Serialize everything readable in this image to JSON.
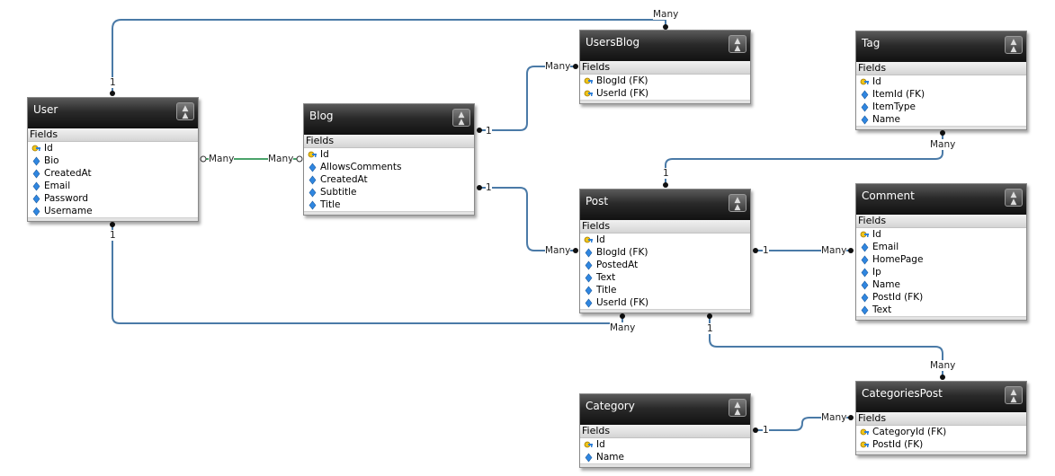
{
  "colors": {
    "connector": "#4a7aa7",
    "connector_green": "#4aa36a",
    "header_dark": "#1c1c1c"
  },
  "entities": [
    {
      "name": "User",
      "section": "Fields",
      "fields": [
        {
          "name": "Id",
          "icon": "key-icon"
        },
        {
          "name": "Bio",
          "icon": "field-icon"
        },
        {
          "name": "CreatedAt",
          "icon": "field-icon"
        },
        {
          "name": "Email",
          "icon": "field-icon"
        },
        {
          "name": "Password",
          "icon": "field-icon"
        },
        {
          "name": "Username",
          "icon": "field-icon"
        }
      ]
    },
    {
      "name": "Blog",
      "section": "Fields",
      "fields": [
        {
          "name": "Id",
          "icon": "key-icon"
        },
        {
          "name": "AllowsComments",
          "icon": "field-icon"
        },
        {
          "name": "CreatedAt",
          "icon": "field-icon"
        },
        {
          "name": "Subtitle",
          "icon": "field-icon"
        },
        {
          "name": "Title",
          "icon": "field-icon"
        }
      ]
    },
    {
      "name": "UsersBlog",
      "section": "Fields",
      "fields": [
        {
          "name": "BlogId (FK)",
          "icon": "key-icon"
        },
        {
          "name": "UserId (FK)",
          "icon": "key-icon"
        }
      ]
    },
    {
      "name": "Tag",
      "section": "Fields",
      "fields": [
        {
          "name": "Id",
          "icon": "key-icon"
        },
        {
          "name": "ItemId (FK)",
          "icon": "field-icon"
        },
        {
          "name": "ItemType",
          "icon": "field-icon"
        },
        {
          "name": "Name",
          "icon": "field-icon"
        }
      ]
    },
    {
      "name": "Post",
      "section": "Fields",
      "fields": [
        {
          "name": "Id",
          "icon": "key-icon"
        },
        {
          "name": "BlogId (FK)",
          "icon": "field-icon"
        },
        {
          "name": "PostedAt",
          "icon": "field-icon"
        },
        {
          "name": "Text",
          "icon": "field-icon"
        },
        {
          "name": "Title",
          "icon": "field-icon"
        },
        {
          "name": "UserId (FK)",
          "icon": "field-icon"
        }
      ]
    },
    {
      "name": "Comment",
      "section": "Fields",
      "fields": [
        {
          "name": "Id",
          "icon": "key-icon"
        },
        {
          "name": "Email",
          "icon": "field-icon"
        },
        {
          "name": "HomePage",
          "icon": "field-icon"
        },
        {
          "name": "Ip",
          "icon": "field-icon"
        },
        {
          "name": "Name",
          "icon": "field-icon"
        },
        {
          "name": "PostId (FK)",
          "icon": "field-icon"
        },
        {
          "name": "Text",
          "icon": "field-icon"
        }
      ]
    },
    {
      "name": "Category",
      "section": "Fields",
      "fields": [
        {
          "name": "Id",
          "icon": "key-icon"
        },
        {
          "name": "Name",
          "icon": "field-icon"
        }
      ]
    },
    {
      "name": "CategoriesPost",
      "section": "Fields",
      "fields": [
        {
          "name": "CategoryId (FK)",
          "icon": "key-icon"
        },
        {
          "name": "PostId (FK)",
          "icon": "key-icon"
        }
      ]
    }
  ],
  "relationships": [
    {
      "from": "User",
      "to": "UsersBlog",
      "from_label": "1",
      "to_label": "Many"
    },
    {
      "from": "User",
      "to": "Blog",
      "from_label": "Many",
      "to_label": "Many"
    },
    {
      "from": "Blog",
      "to": "UsersBlog",
      "from_label": "1",
      "to_label": "Many"
    },
    {
      "from": "Blog",
      "to": "Post",
      "from_label": "1",
      "to_label": "Many"
    },
    {
      "from": "User",
      "to": "Post",
      "from_label": "1",
      "to_label": "Many"
    },
    {
      "from": "Post",
      "to": "Tag",
      "from_label": "1",
      "to_label": "Many"
    },
    {
      "from": "Post",
      "to": "Comment",
      "from_label": "1",
      "to_label": "Many"
    },
    {
      "from": "Post",
      "to": "CategoriesPost",
      "from_label": "1",
      "to_label": "Many"
    },
    {
      "from": "Category",
      "to": "CategoriesPost",
      "from_label": "1",
      "to_label": "Many"
    }
  ]
}
